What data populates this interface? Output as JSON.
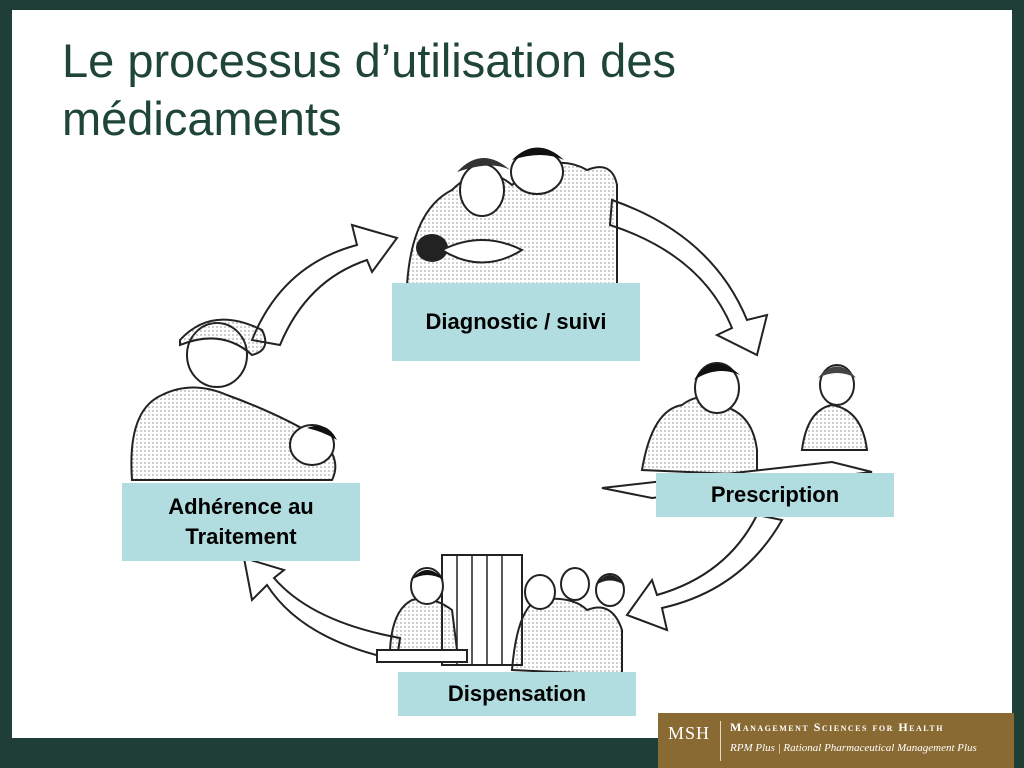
{
  "slide": {
    "title": "Le processus d’utilisation des médicaments"
  },
  "cycle": {
    "steps": [
      {
        "label": "Diagnostic / suivi"
      },
      {
        "label": "Prescription"
      },
      {
        "label": "Dispensation"
      },
      {
        "label": "Adhérence au Traitement"
      }
    ]
  },
  "footer": {
    "logo_mark": "MSH",
    "org_name": "Management Sciences for Health",
    "program": "RPM Plus | Rational Pharmaceutical Management Plus"
  },
  "colors": {
    "frame": "#1f3f36",
    "title": "#1e4538",
    "label_fill": "#b2dde0",
    "logo_fill": "#8a6a33"
  }
}
